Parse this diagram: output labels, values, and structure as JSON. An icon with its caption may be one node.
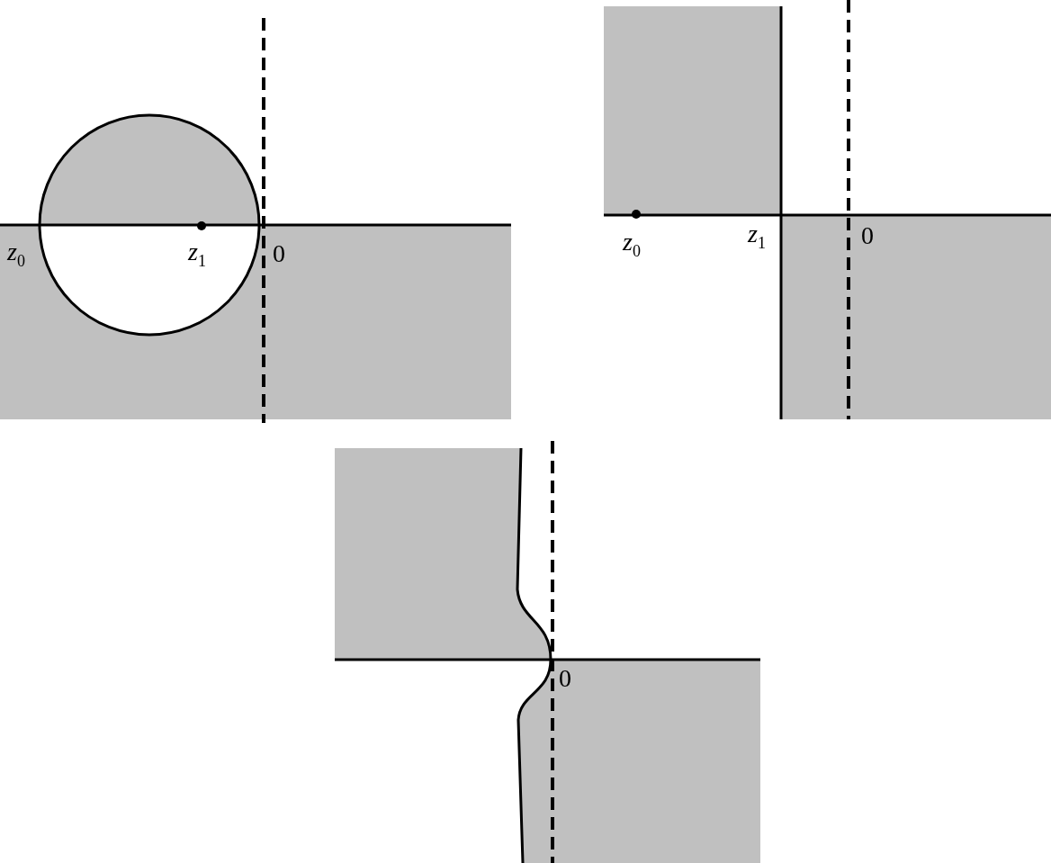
{
  "diagram": {
    "labels": [
      "*z*$_{0}$",
      "*z*$_{1}$",
      "0",
      "*z*$_{0}$",
      "*z*$_{1}$",
      "0",
      "0"
    ]
  }
}
